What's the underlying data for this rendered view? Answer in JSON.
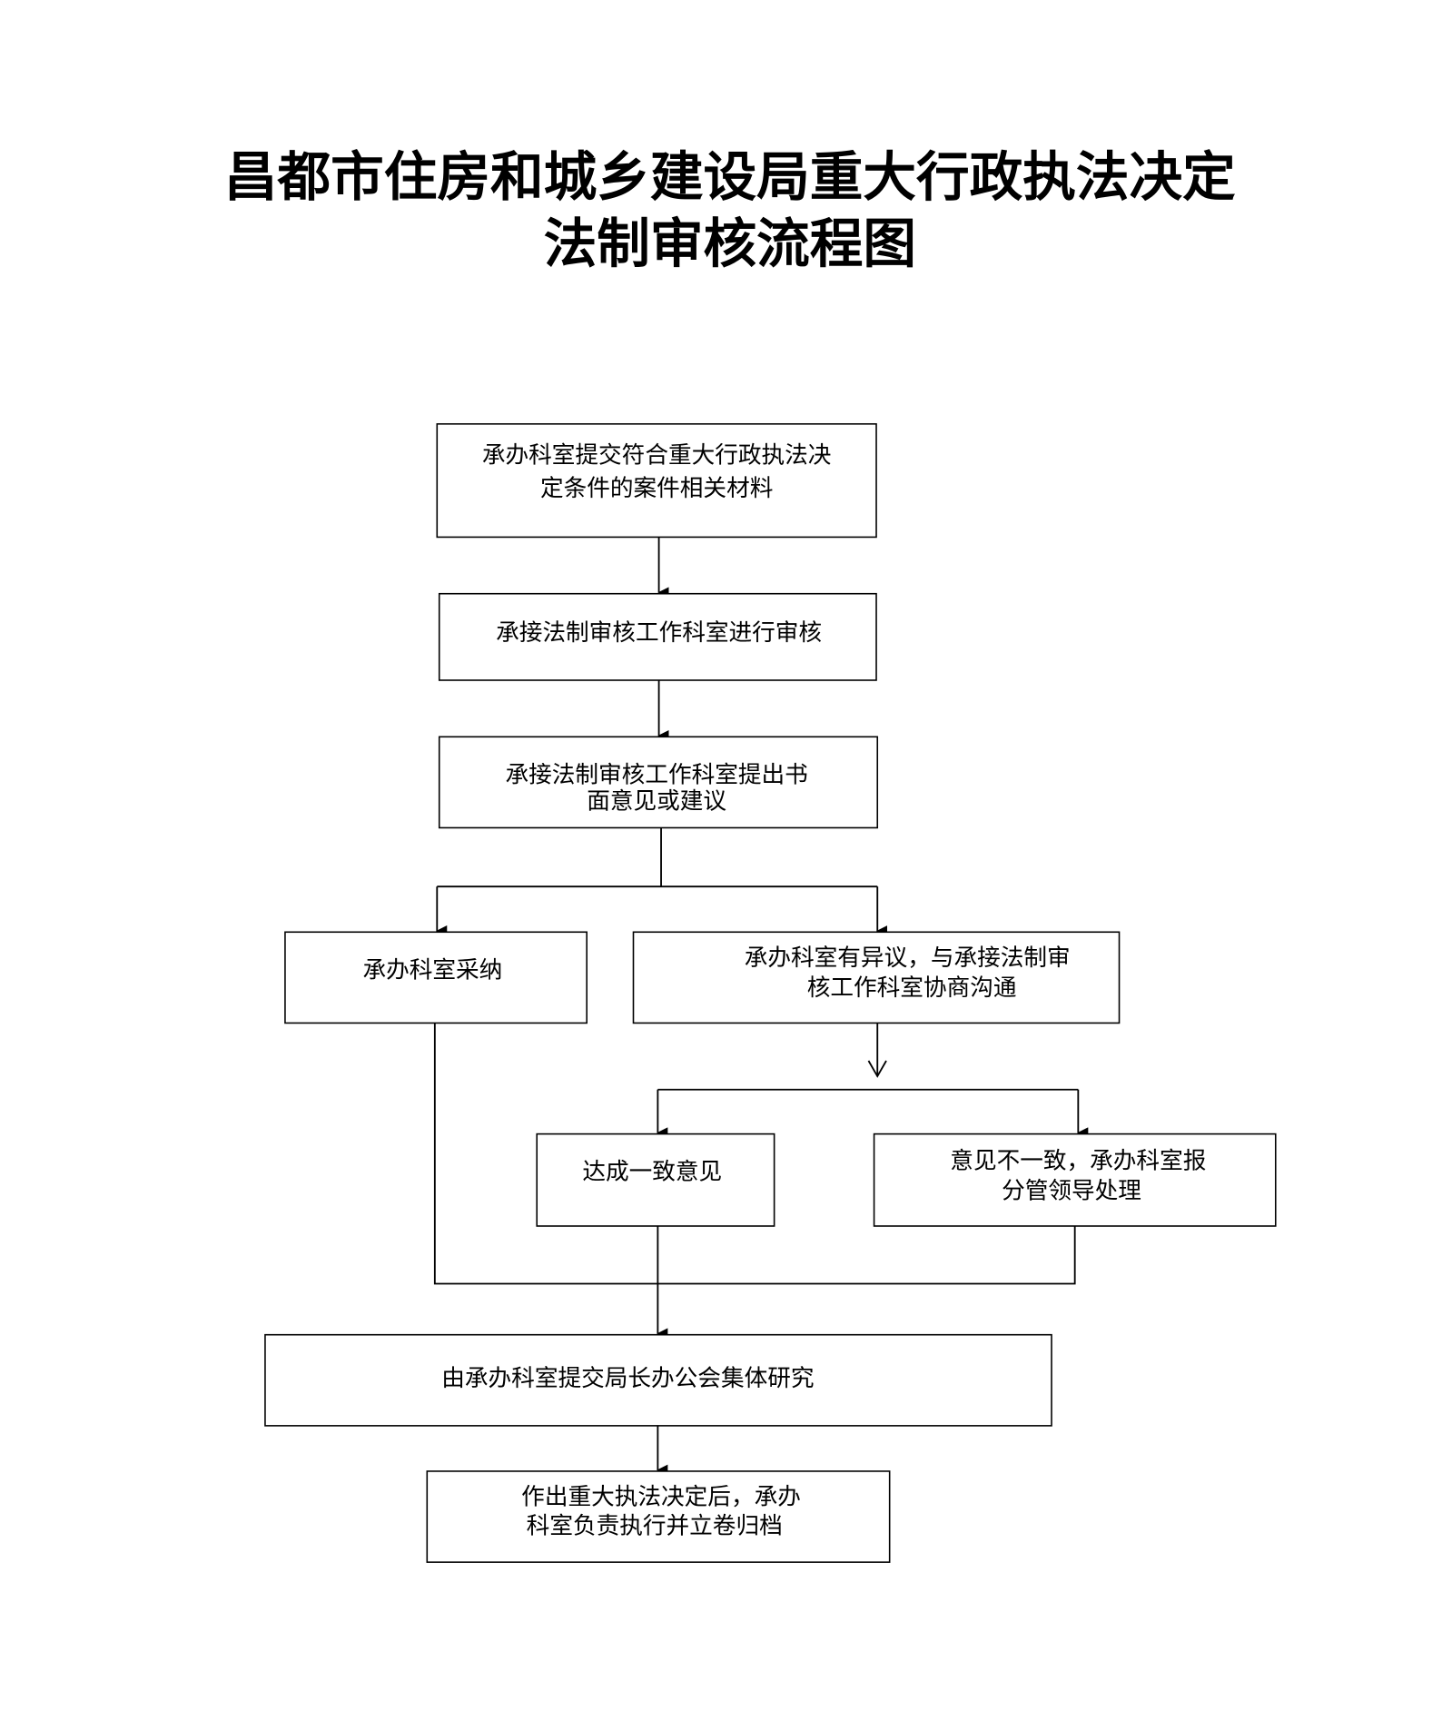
{
  "title": {
    "line1": "昌都市住房和城乡建设局重大行政执法决定",
    "line2": "法制审核流程图"
  },
  "steps": {
    "submit": [
      "承办科室提交符合重大行政执法决",
      "定条件的案件相关材料"
    ],
    "review": [
      "承接法制审核工作科室进行审核"
    ],
    "opinion": [
      "承接法制审核工作科室提出书",
      "面意见或建议"
    ],
    "adopt": [
      "承办科室采纳"
    ],
    "dispute": [
      "承办科室有异议，与承接法制审",
      "核工作科室协商沟通"
    ],
    "agree": [
      "达成一致意见"
    ],
    "disagree": [
      "意见不一致，承办科室报",
      "分管领导处理"
    ],
    "meeting": [
      "由承办科室提交局长办公会集体研究"
    ],
    "archive": [
      "作出重大执法决定后，承办",
      "科室负责执行并立卷归档"
    ]
  }
}
